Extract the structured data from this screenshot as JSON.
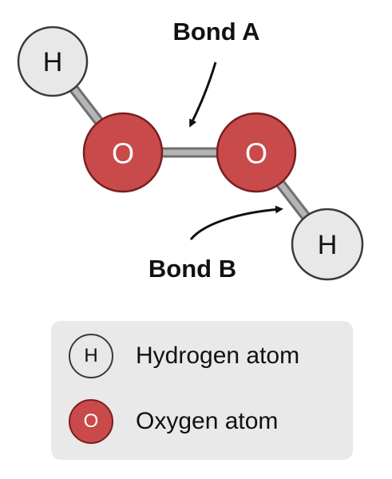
{
  "molecule": {
    "atoms": [
      {
        "id": "h1",
        "element": "hydrogen",
        "label": "H"
      },
      {
        "id": "o1",
        "element": "oxygen",
        "label": "O"
      },
      {
        "id": "o2",
        "element": "oxygen",
        "label": "O"
      },
      {
        "id": "h2",
        "element": "hydrogen",
        "label": "H"
      }
    ],
    "bonds": [
      {
        "from": "h1",
        "to": "o1"
      },
      {
        "from": "o1",
        "to": "o2",
        "callout": "Bond A"
      },
      {
        "from": "o2",
        "to": "h2",
        "callout": "Bond B"
      }
    ]
  },
  "callouts": {
    "bond_a": "Bond A",
    "bond_b": "Bond B"
  },
  "legend": {
    "hydrogen": {
      "symbol": "H",
      "label": "Hydrogen atom"
    },
    "oxygen": {
      "symbol": "O",
      "label": "Oxygen atom"
    }
  },
  "colors": {
    "oxygen_fill": "#c94a4a",
    "oxygen_stroke": "#7a1f1f",
    "hydrogen_fill": "#e8e8e8",
    "hydrogen_stroke": "#3a3a3a",
    "bond": "#9a9a9a",
    "legend_bg": "#e9e9e9"
  }
}
